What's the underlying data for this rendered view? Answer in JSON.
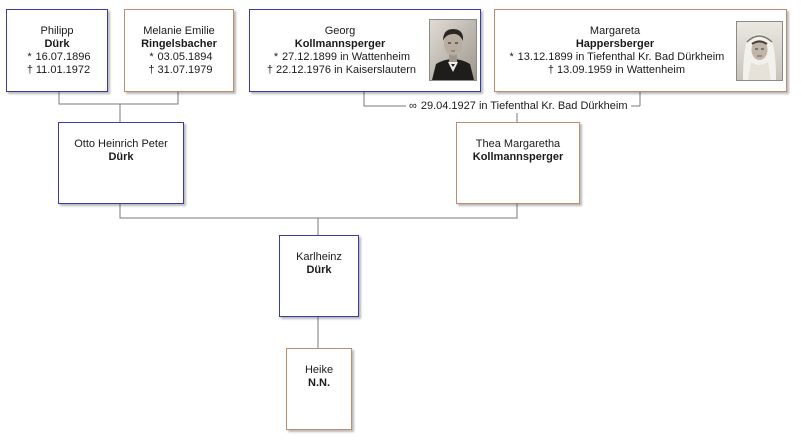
{
  "persons": {
    "philipp": {
      "given": "Philipp",
      "surname": "Dürk",
      "events": [
        {
          "sym": "*",
          "text": "16.07.1896"
        },
        {
          "sym": "†",
          "text": "11.01.1972"
        }
      ]
    },
    "melanie": {
      "given": "Melanie Emilie",
      "surname": "Ringelsbacher",
      "events": [
        {
          "sym": "*",
          "text": "03.05.1894"
        },
        {
          "sym": "†",
          "text": "31.07.1979"
        }
      ]
    },
    "georg": {
      "given": "Georg",
      "surname": "Kollmannsperger",
      "events": [
        {
          "sym": "*",
          "text": "27.12.1899 in Wattenheim"
        },
        {
          "sym": "†",
          "text": "22.12.1976 in Kaiserslautern"
        }
      ]
    },
    "margareta": {
      "given": "Margareta",
      "surname": "Happersberger",
      "events": [
        {
          "sym": "*",
          "text": "13.12.1899 in Tiefenthal Kr. Bad Dürkheim"
        },
        {
          "sym": "†",
          "text": "13.09.1959 in Wattenheim"
        }
      ]
    },
    "otto": {
      "given": "Otto Heinrich Peter",
      "surname": "Dürk"
    },
    "thea": {
      "given": "Thea Margaretha",
      "surname": "Kollmannsperger"
    },
    "karlheinz": {
      "given": "Karlheinz",
      "surname": "Dürk"
    },
    "heike": {
      "given": "Heike",
      "surname": "N.N."
    }
  },
  "marriage": {
    "sym": "∞",
    "text": "29.04.1927 in Tiefenthal Kr. Bad Dürkheim"
  },
  "colors": {
    "male_border": "#3a3aa8",
    "female_border": "#c08c70",
    "connector": "#7a7a7a"
  }
}
